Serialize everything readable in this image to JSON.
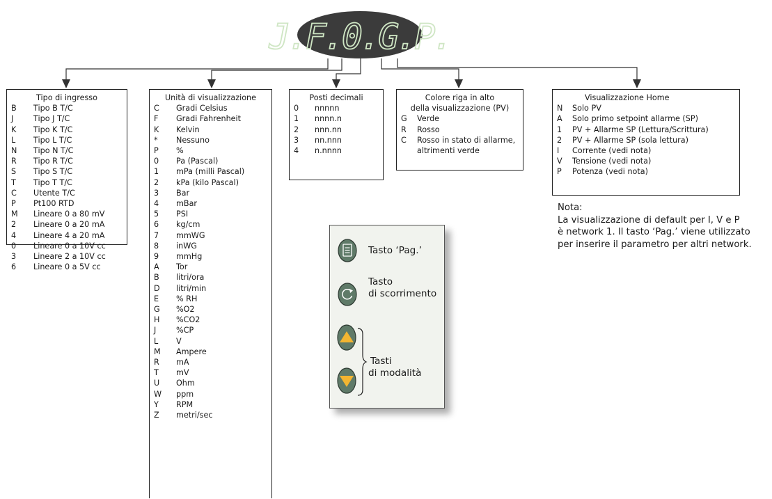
{
  "display": {
    "readout": "J.F.0.G.P."
  },
  "input_type": {
    "title": "Tipo di ingresso",
    "items": [
      {
        "code": "B",
        "label": "Tipo B T/C"
      },
      {
        "code": "J",
        "label": "Tipo J T/C"
      },
      {
        "code": "K",
        "label": "Tipo K T/C"
      },
      {
        "code": "L",
        "label": "Tipo L T/C"
      },
      {
        "code": "N",
        "label": "Tipo N T/C"
      },
      {
        "code": "R",
        "label": "Tipo R T/C"
      },
      {
        "code": "S",
        "label": "Tipo S T/C"
      },
      {
        "code": "T",
        "label": "Tipo T T/C"
      },
      {
        "code": "C",
        "label": "Utente T/C"
      },
      {
        "code": "P",
        "label": "Pt100 RTD"
      },
      {
        "code": "M",
        "label": "Lineare 0 a 80 mV"
      },
      {
        "code": "2",
        "label": "Lineare 0 a 20 mA"
      },
      {
        "code": "4",
        "label": "Lineare  4 a 20 mA"
      },
      {
        "code": "0",
        "label": "Lineare 0 a 10V cc"
      },
      {
        "code": "3",
        "label": "Lineare 2 a 10V cc"
      },
      {
        "code": "6",
        "label": "Lineare 0 a 5V cc"
      }
    ]
  },
  "display_units": {
    "title": "Unità di visualizzazione",
    "items": [
      {
        "code": "C",
        "label": "Gradi Celsius"
      },
      {
        "code": "F",
        "label": "Gradi Fahrenheit"
      },
      {
        "code": "K",
        "label": "Kelvin"
      },
      {
        "code": "*",
        "label": "Nessuno"
      },
      {
        "code": "P",
        "label": "%"
      },
      {
        "code": "0",
        "label": "Pa (Pascal)"
      },
      {
        "code": "1",
        "label": "mPa (milli Pascal)"
      },
      {
        "code": "2",
        "label": "kPa (kilo Pascal)"
      },
      {
        "code": "3",
        "label": "Bar"
      },
      {
        "code": "4",
        "label": "mBar"
      },
      {
        "code": "5",
        "label": "PSI"
      },
      {
        "code": "6",
        "label": "kg/cm"
      },
      {
        "code": "7",
        "label": "mmWG"
      },
      {
        "code": "8",
        "label": "inWG"
      },
      {
        "code": "9",
        "label": "mmHg"
      },
      {
        "code": "A",
        "label": "Tor"
      },
      {
        "code": "B",
        "label": "litri/ora"
      },
      {
        "code": "D",
        "label": "litri/min"
      },
      {
        "code": "E",
        "label": "% RH"
      },
      {
        "code": "G",
        "label": "%O2"
      },
      {
        "code": "H",
        "label": "%CO2"
      },
      {
        "code": "J",
        "label": "%CP"
      },
      {
        "code": "L",
        "label": "V"
      },
      {
        "code": "M",
        "label": "Ampere"
      },
      {
        "code": "R",
        "label": "mA"
      },
      {
        "code": "T",
        "label": "mV"
      },
      {
        "code": "U",
        "label": "Ohm"
      },
      {
        "code": "W",
        "label": "ppm"
      },
      {
        "code": "Y",
        "label": "RPM"
      },
      {
        "code": "Z",
        "label": "metri/sec"
      }
    ]
  },
  "decimal_places": {
    "title": "Posti decimali",
    "items": [
      {
        "code": "0",
        "label": "nnnnn"
      },
      {
        "code": "1",
        "label": "nnnn.n"
      },
      {
        "code": "2",
        "label": "nnn.nn"
      },
      {
        "code": "3",
        "label": "nn.nnn"
      },
      {
        "code": "4",
        "label": "n.nnnn"
      }
    ]
  },
  "top_line_color": {
    "title_line1": "Colore riga in alto",
    "title_line2": "della visualizzazione (PV)",
    "items": [
      {
        "code": "G",
        "label": "Verde"
      },
      {
        "code": "R",
        "label": "Rosso"
      },
      {
        "code": "C",
        "label": "Rosso in stato di allarme,"
      },
      {
        "code": "",
        "label": "altrimenti verde"
      }
    ]
  },
  "home_display": {
    "title": "Visualizzazione Home",
    "items": [
      {
        "code": "N",
        "label": "Solo PV"
      },
      {
        "code": "A",
        "label": "Solo primo setpoint allarme (SP)"
      },
      {
        "code": "1",
        "label": "PV + Allarme SP (Lettura/Scrittura)"
      },
      {
        "code": "2",
        "label": "PV + Allarme SP (sola lettura)"
      },
      {
        "code": "I",
        "label": "Corrente (vedi nota)"
      },
      {
        "code": "V",
        "label": "Tensione (vedi nota)"
      },
      {
        "code": "P",
        "label": "Potenza (vedi nota)"
      }
    ]
  },
  "note": {
    "heading": "Nota:",
    "lines": [
      "La visualizzazione di default per I, V e P",
      "è network 1. Il tasto ‘Pag.’ viene utilizzato",
      "per inserire il parametro per altri network."
    ]
  },
  "keys": {
    "page_key": "Tasto ‘Pag.’",
    "scroll_key_line1": "Tasto",
    "scroll_key_line2": "di scorrimento",
    "mode_keys_line1": "Tasti",
    "mode_keys_line2": "di modalità"
  },
  "colors": {
    "display_body": "#3b3b3b",
    "display_segment": "#cfe6c4",
    "key_body": "#5f7a68",
    "arrow_key": "#f3b531",
    "panel_bg": "#f1f3ee"
  }
}
